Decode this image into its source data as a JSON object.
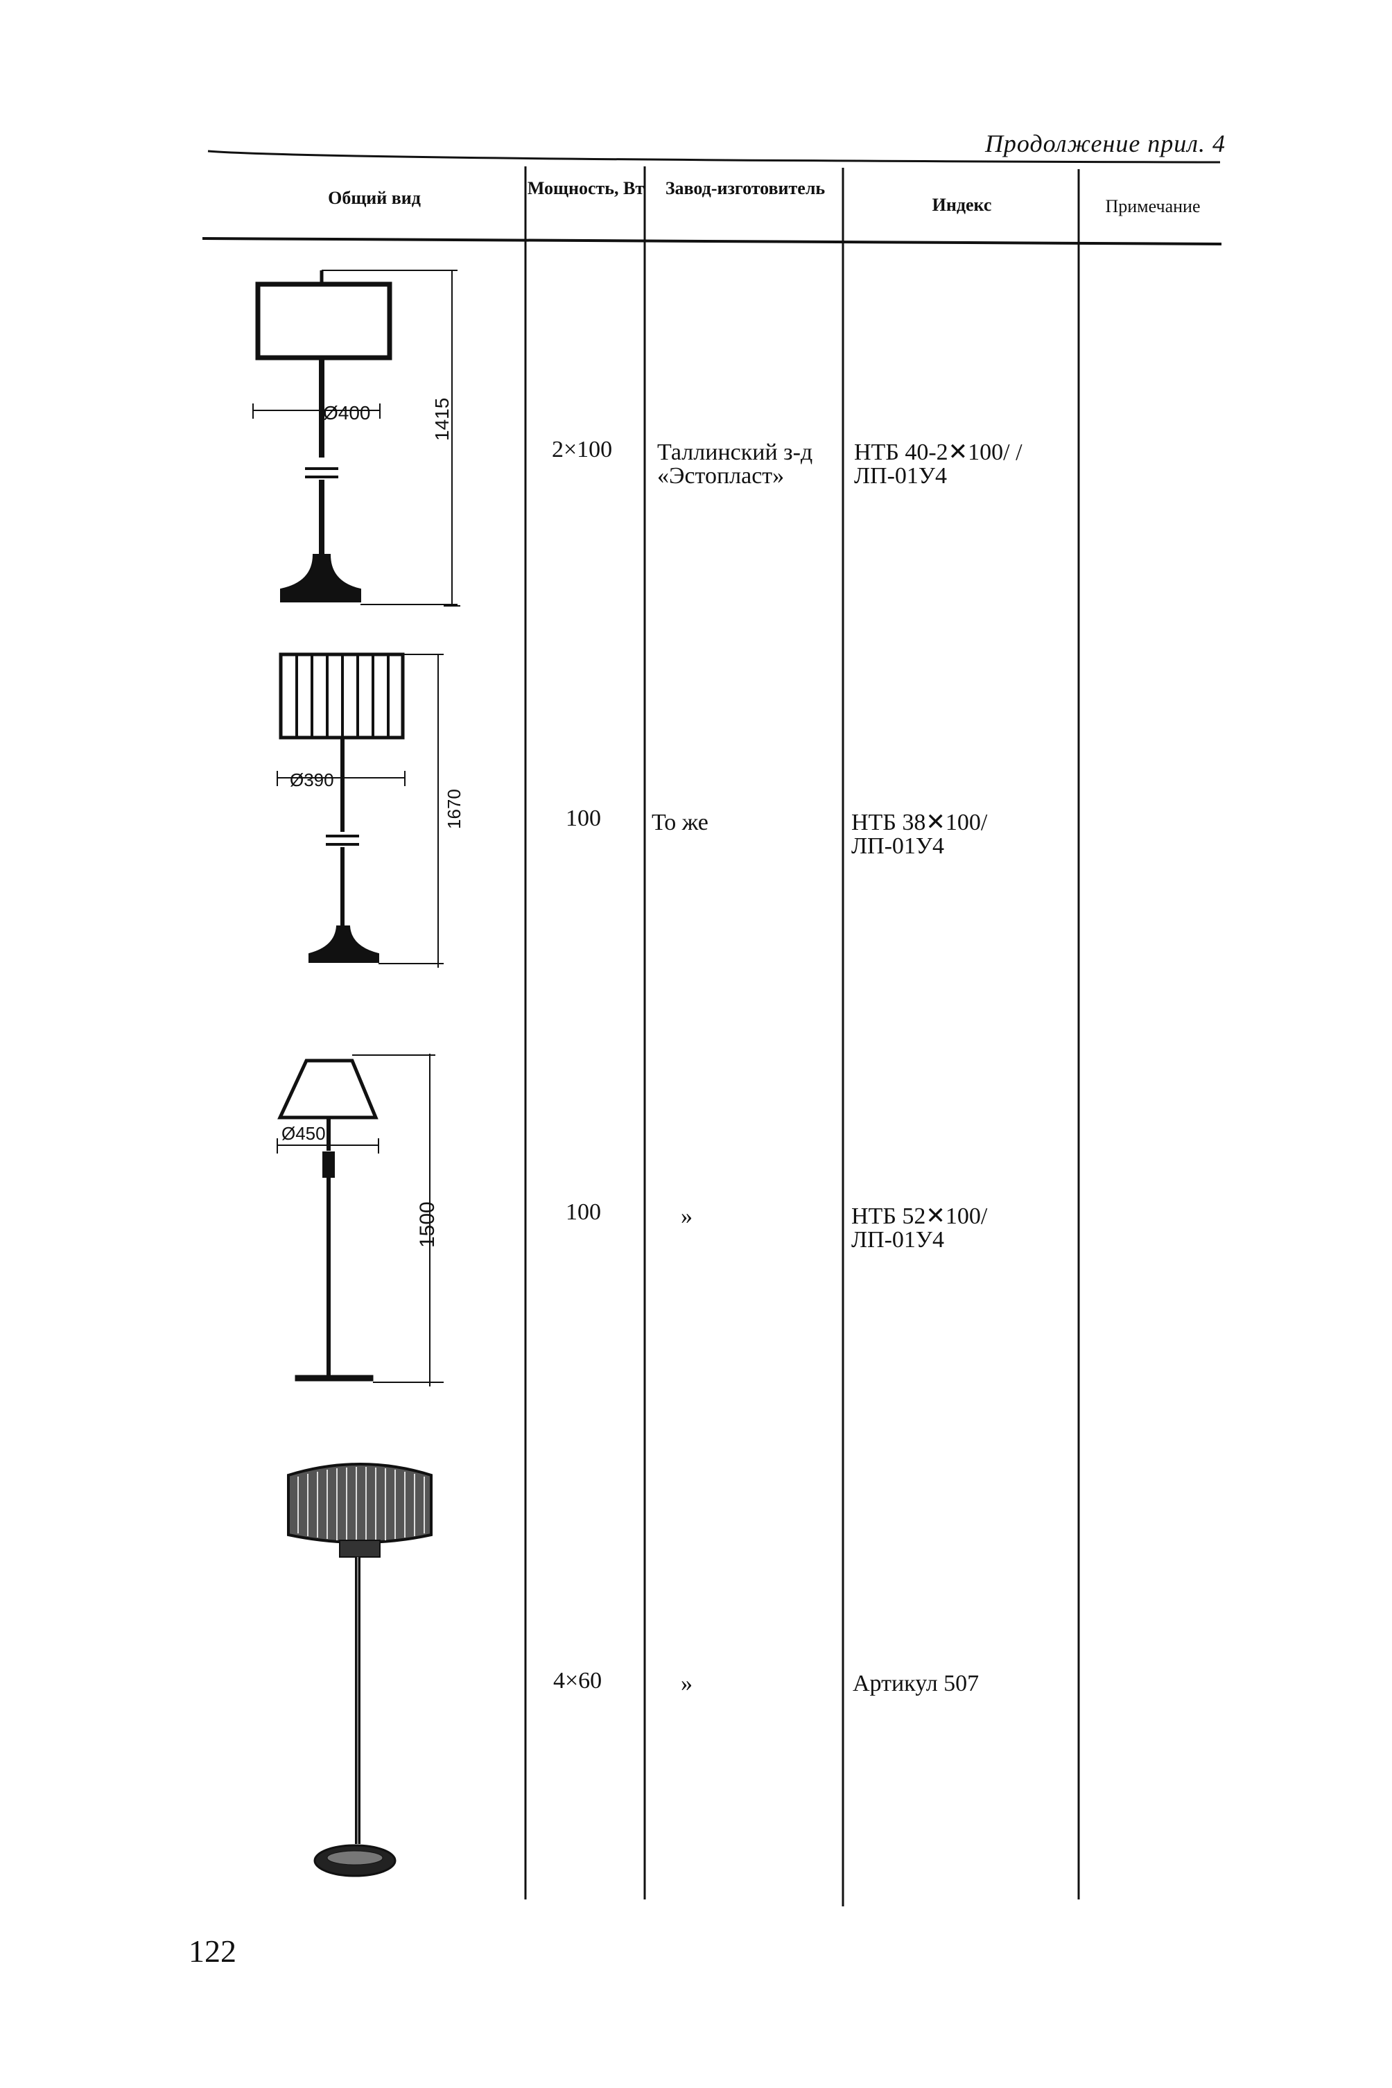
{
  "caption": "Продолжение прил. 4",
  "columns": [
    {
      "id": "view",
      "label": "Общий вид"
    },
    {
      "id": "power",
      "label": "Мощность, Вт"
    },
    {
      "id": "maker",
      "label": "Завод-изготовитель"
    },
    {
      "id": "index",
      "label": "Индекс"
    },
    {
      "id": "note",
      "label": "Примечание"
    }
  ],
  "rows": [
    {
      "power": "2×100",
      "maker": "Таллинский з-д «Эстопласт»",
      "index": "НТБ 40-2✕100/ /ЛП-01У4",
      "note": "",
      "dim_diameter": "Ø400",
      "dim_height": "1415"
    },
    {
      "power": "100",
      "maker": "То же",
      "index": "НТБ 38✕100/ЛП-01У4",
      "note": "",
      "dim_diameter": "Ø390",
      "dim_height": "1670"
    },
    {
      "power": "100",
      "maker": "»",
      "index": "НТБ 52✕100/ЛП-01У4",
      "note": "",
      "dim_diameter": "Ø450",
      "dim_height": "1500"
    },
    {
      "power": "4×60",
      "maker": "»",
      "index": "Артикул 507",
      "note": ""
    }
  ],
  "page_number": "122"
}
